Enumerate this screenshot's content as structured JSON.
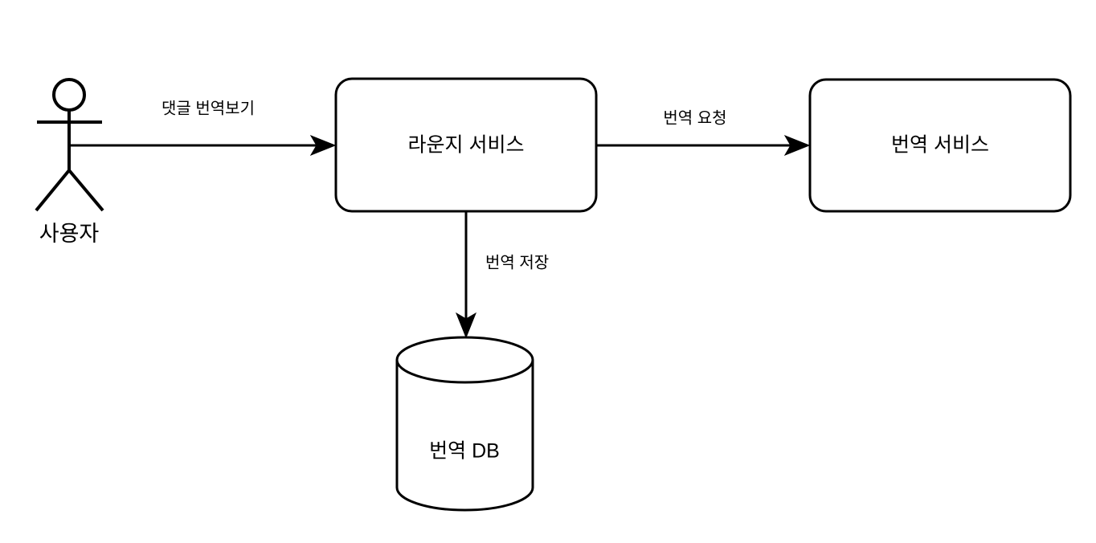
{
  "diagram": {
    "type": "flow-diagram",
    "background_color": "#ffffff",
    "stroke_color": "#000000",
    "nodes": [
      {
        "id": "actor-user",
        "shape": "actor-stick-figure",
        "label": "사용자"
      },
      {
        "id": "lounge-service",
        "shape": "rounded-rectangle",
        "label": "라운지 서비스"
      },
      {
        "id": "translation-service",
        "shape": "rounded-rectangle",
        "label": "번역 서비스"
      },
      {
        "id": "translation-db",
        "shape": "cylinder",
        "label": "번역 DB"
      }
    ],
    "edges": [
      {
        "id": "edge-user-to-lounge",
        "from": "actor-user",
        "to": "lounge-service",
        "label": "댓글 번역보기",
        "direction": "right"
      },
      {
        "id": "edge-lounge-to-translation",
        "from": "lounge-service",
        "to": "translation-service",
        "label": "번역 요청",
        "direction": "right"
      },
      {
        "id": "edge-lounge-to-db",
        "from": "lounge-service",
        "to": "translation-db",
        "label": "번역 저장",
        "direction": "down"
      }
    ]
  }
}
